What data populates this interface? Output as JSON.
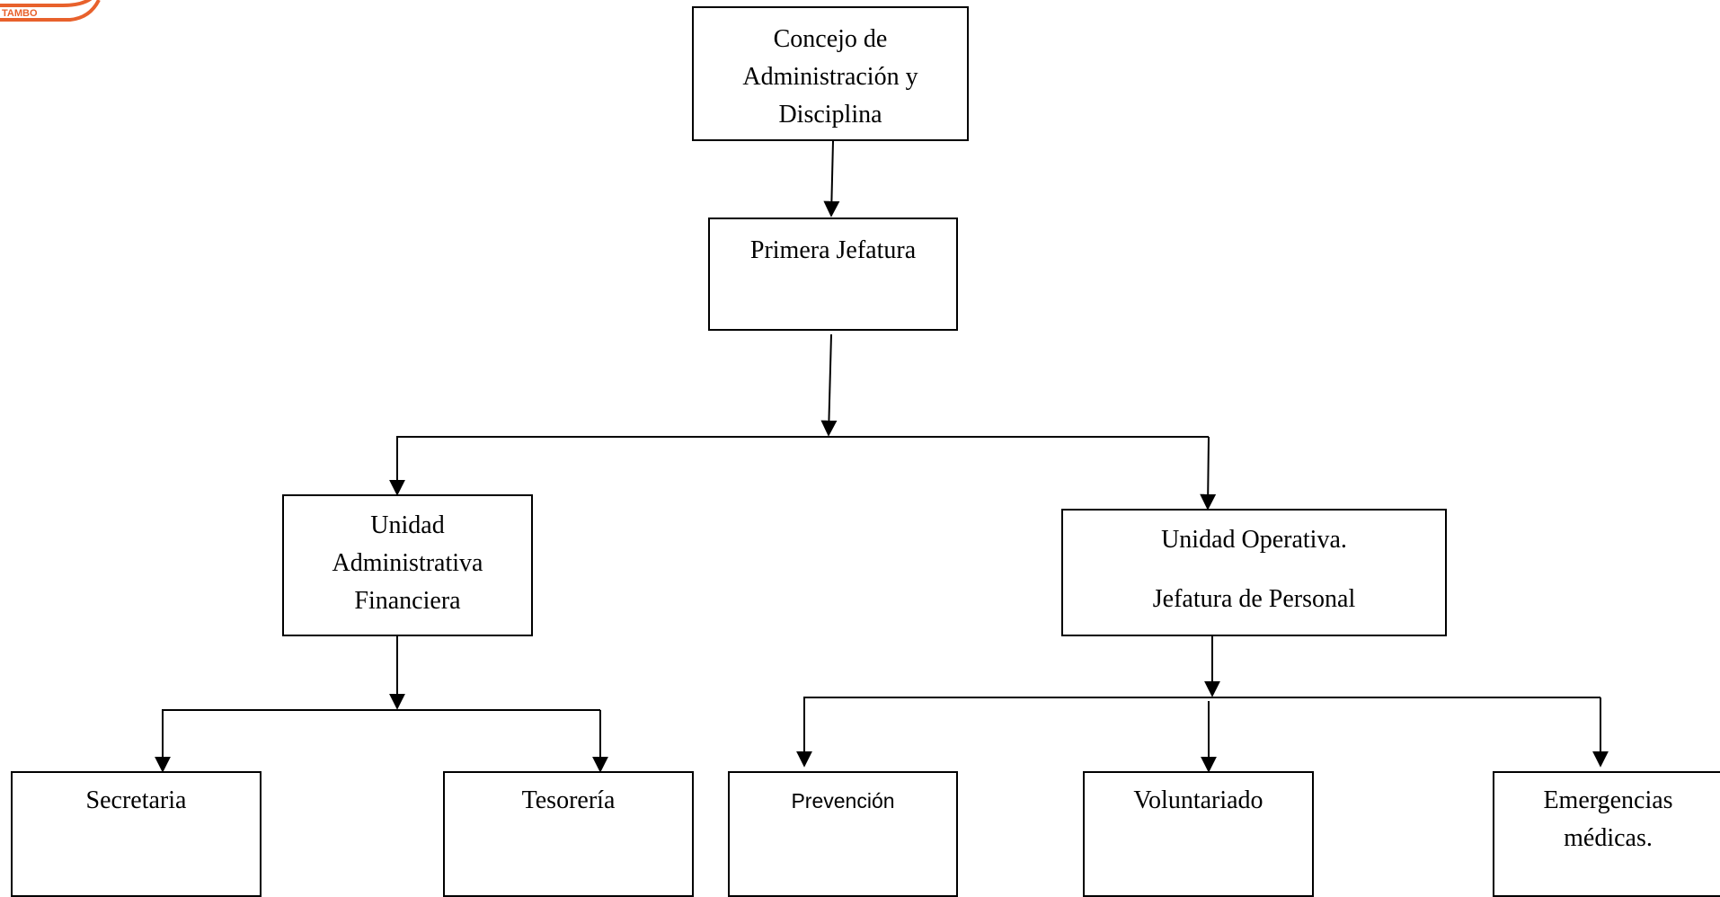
{
  "logo": {
    "text": "TAMBO",
    "color": "#e8612c"
  },
  "diagram": {
    "concejo": {
      "lines": [
        "Concejo de",
        "Administración  y",
        "Disciplina"
      ]
    },
    "primera": {
      "lines": [
        "Primera Jefatura"
      ]
    },
    "admin": {
      "lines": [
        "Unidad",
        "Administrativa",
        "Financiera"
      ]
    },
    "operativa": {
      "line1": "Unidad Operativa.",
      "line2": "Jefatura de Personal"
    },
    "secretaria": {
      "label": "Secretaria"
    },
    "tesoreria": {
      "label": "Tesorería"
    },
    "prevencion": {
      "label": "Prevención"
    },
    "voluntariado": {
      "label": "Voluntariado"
    },
    "emergencias": {
      "lines": [
        "Emergencias",
        "médicas."
      ]
    }
  }
}
